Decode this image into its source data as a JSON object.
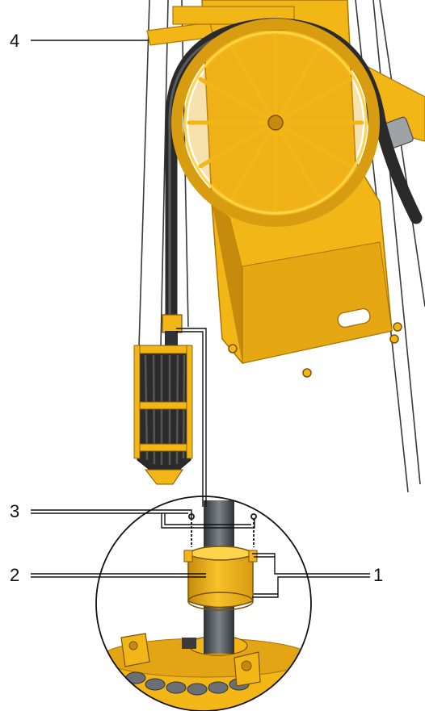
{
  "callouts": [
    {
      "id": "1",
      "label": "1"
    },
    {
      "id": "2",
      "label": "2"
    },
    {
      "id": "3",
      "label": "3"
    },
    {
      "id": "4",
      "label": "4"
    }
  ],
  "colors": {
    "machine_yellow": "#f3b617",
    "machine_yellow_dark": "#c68a0c",
    "machine_yellow_light": "#ffd34a",
    "hose_black": "#2a2a2a",
    "steel_gray": "#5a5e63",
    "steel_gray_light": "#9ea3a8",
    "rope": "#3a3a3a",
    "outline": "#1a1a1a"
  }
}
